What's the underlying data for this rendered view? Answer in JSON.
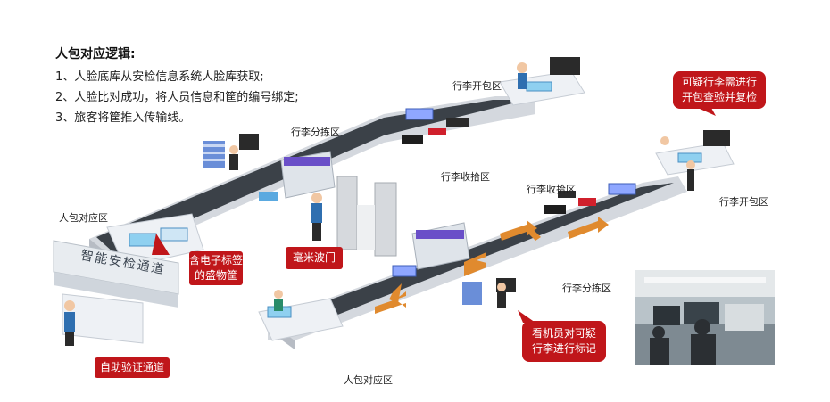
{
  "heading": "人包对应逻辑:",
  "logic_lines": [
    "1、人脸底库从安检信息系统人脸库获取;",
    "2、人脸比对成功，将人员信息和筐的编号绑定;",
    "3、旅客将筐推入传输线。"
  ],
  "zones": {
    "open_bag_top": "行李开包区",
    "sort_top": "行李分拣区",
    "collect_mid": "行李收拾区",
    "collect_right": "行李收拾区",
    "match_left": "人包对应区",
    "open_bag_right": "行李开包区",
    "sort_right": "行李分拣区",
    "match_bottom": "人包对应区"
  },
  "tunnel_sign": "智能安检通道",
  "callouts": {
    "rfid_basket": [
      "含电子标签",
      "的盛物筐"
    ],
    "mmwave_gate": "毫米波门",
    "self_verify": "自助验证通道",
    "suspect_bag": [
      "可疑行李需进行",
      "开包查验并复检"
    ],
    "operator_mark": [
      "看机员对可疑",
      "行李进行标记"
    ]
  }
}
